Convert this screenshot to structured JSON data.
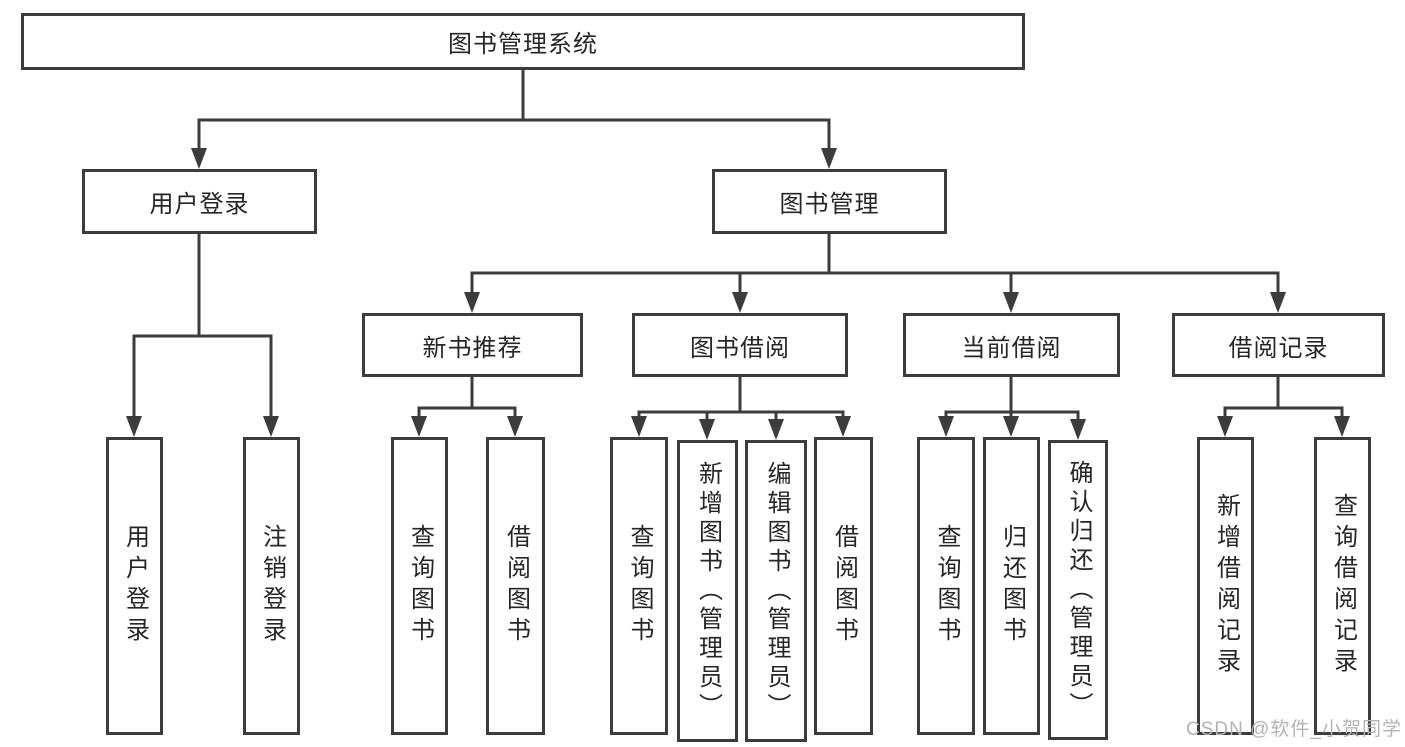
{
  "colors": {
    "background": "#ffffff",
    "line": "#3c3c3c",
    "box_border": "#3c3c3c",
    "text": "#262626",
    "watermark": "#b3b3b3"
  },
  "tree": {
    "root": {
      "label": "图书管理系统"
    },
    "branches": [
      {
        "label": "用户登录",
        "children": [
          {
            "label": "用户登录"
          },
          {
            "label": "注销登录"
          }
        ]
      },
      {
        "label": "图书管理",
        "children": [
          {
            "label": "新书推荐",
            "children": [
              {
                "label": "查询图书"
              },
              {
                "label": "借阅图书"
              }
            ]
          },
          {
            "label": "图书借阅",
            "children": [
              {
                "label": "查询图书"
              },
              {
                "label": "新增图书（管理员）"
              },
              {
                "label": "编辑图书（管理员）"
              },
              {
                "label": "借阅图书"
              }
            ]
          },
          {
            "label": "当前借阅",
            "children": [
              {
                "label": "查询图书"
              },
              {
                "label": "归还图书"
              },
              {
                "label": "确认归还（管理员）"
              }
            ]
          },
          {
            "label": "借阅记录",
            "children": [
              {
                "label": "新增借阅记录"
              },
              {
                "label": "查询借阅记录"
              }
            ]
          }
        ]
      }
    ]
  },
  "watermark": "CSDN @软件_小贺同学"
}
